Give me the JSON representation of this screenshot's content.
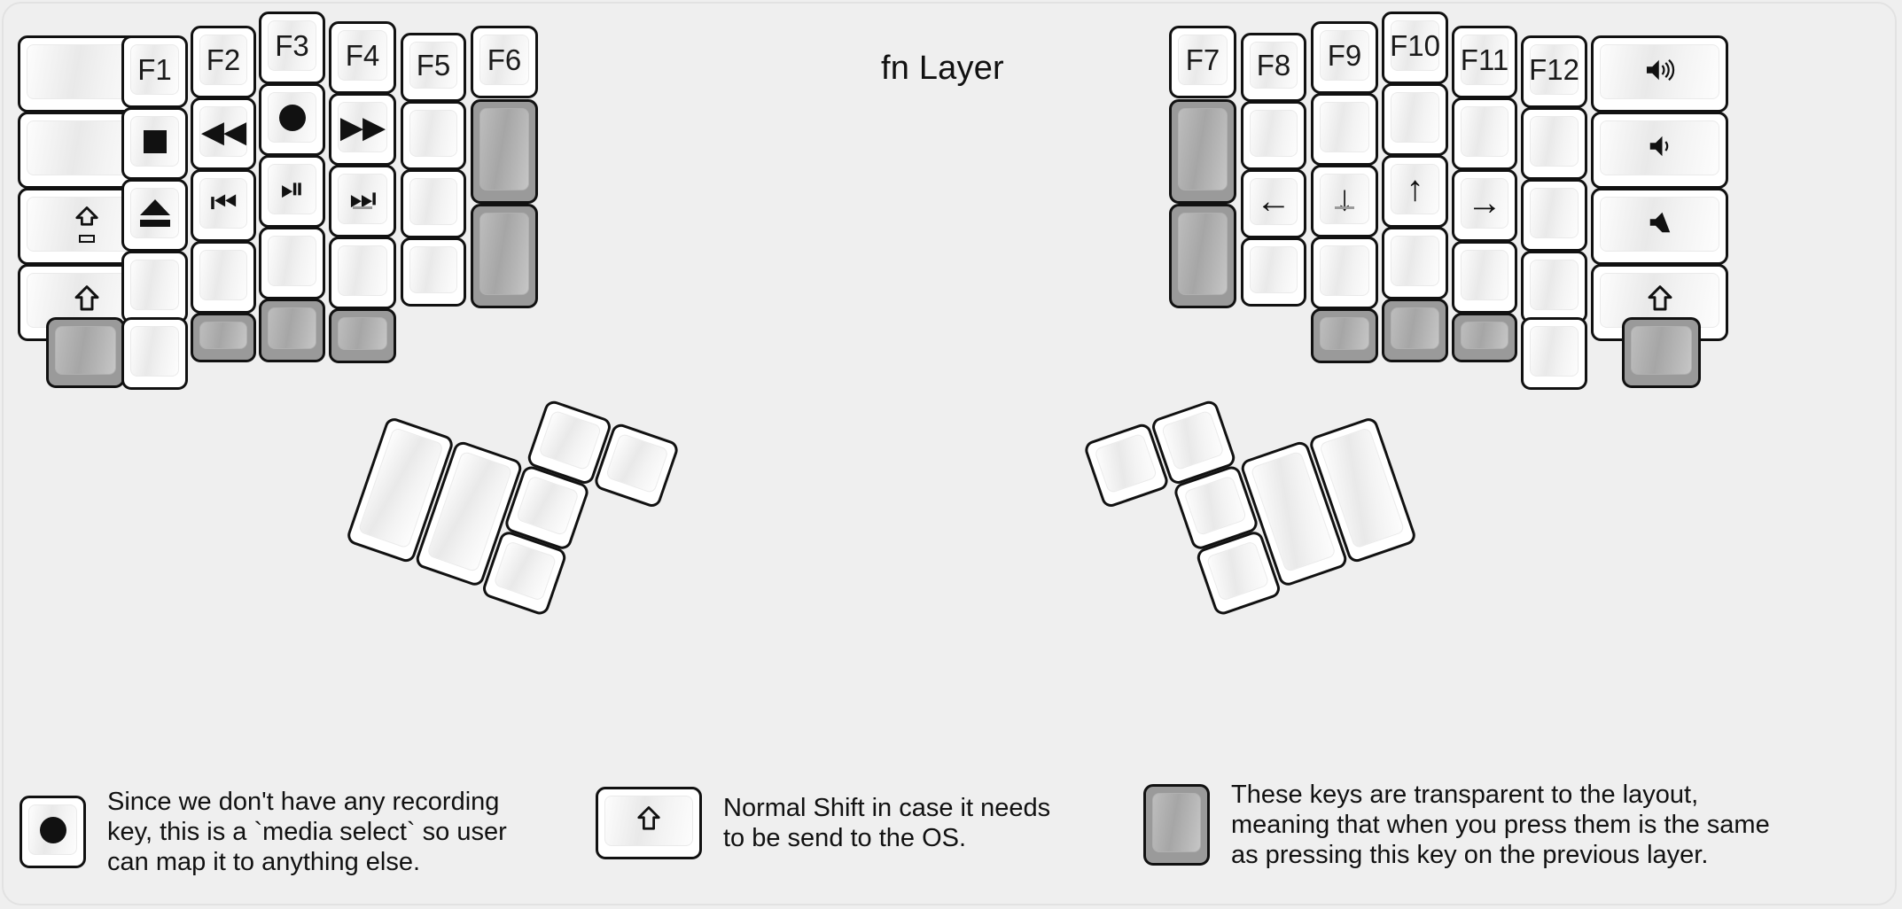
{
  "page": {
    "title": "fn Layer",
    "background_color": "#efefef",
    "key_fill": "#ffffff",
    "key_border": "#111111",
    "transparent_key_fill": "#9a9a9a"
  },
  "left_half": {
    "name": "left-keyboard-half",
    "columns": [
      {
        "name": "pinky-outer-column",
        "keys": [
          {
            "name": "key-blank-r1c1",
            "label": "",
            "glyph": "",
            "transparent": false
          },
          {
            "name": "key-blank-r2c1",
            "label": "",
            "glyph": "",
            "transparent": false
          },
          {
            "name": "key-caps-lock",
            "label": "",
            "glyph": "caps-lock-icon",
            "transparent": false
          },
          {
            "name": "key-shift-left",
            "label": "",
            "glyph": "shift-arrow-icon",
            "transparent": false
          },
          {
            "name": "key-transparent-bottom-left",
            "label": "",
            "glyph": "",
            "transparent": true
          }
        ]
      },
      {
        "name": "pinky-column",
        "keys": [
          {
            "name": "key-f1",
            "label": "F1",
            "glyph": "",
            "transparent": false
          },
          {
            "name": "key-media-stop",
            "label": "",
            "glyph": "stop-icon",
            "transparent": false
          },
          {
            "name": "key-media-eject",
            "label": "",
            "glyph": "eject-icon",
            "transparent": false
          },
          {
            "name": "key-blank-r4c2",
            "label": "",
            "glyph": "",
            "transparent": false
          },
          {
            "name": "key-blank-r5c2",
            "label": "",
            "glyph": "",
            "transparent": false
          }
        ]
      },
      {
        "name": "ring-column",
        "keys": [
          {
            "name": "key-f2",
            "label": "F2",
            "glyph": "",
            "transparent": false
          },
          {
            "name": "key-media-rewind",
            "label": "",
            "glyph": "rewind-icon",
            "transparent": false
          },
          {
            "name": "key-media-prev-track",
            "label": "",
            "glyph": "prev-track-icon",
            "transparent": false
          },
          {
            "name": "key-blank-r4c3",
            "label": "",
            "glyph": "",
            "transparent": false
          },
          {
            "name": "key-transparent-r5c3",
            "label": "",
            "glyph": "",
            "transparent": true
          }
        ]
      },
      {
        "name": "middle-column",
        "keys": [
          {
            "name": "key-f3",
            "label": "F3",
            "glyph": "",
            "transparent": false
          },
          {
            "name": "key-media-record",
            "label": "",
            "glyph": "record-icon",
            "transparent": false
          },
          {
            "name": "key-media-play-pause",
            "label": "",
            "glyph": "play-pause-icon",
            "transparent": false
          },
          {
            "name": "key-blank-r4c4",
            "label": "",
            "glyph": "",
            "transparent": false
          },
          {
            "name": "key-transparent-r5c4",
            "label": "",
            "glyph": "",
            "transparent": true
          }
        ]
      },
      {
        "name": "index-column",
        "keys": [
          {
            "name": "key-f4",
            "label": "F4",
            "glyph": "",
            "transparent": false
          },
          {
            "name": "key-media-fast-forward",
            "label": "",
            "glyph": "fast-forward-icon",
            "transparent": false
          },
          {
            "name": "key-media-next-track",
            "label": "",
            "glyph": "next-track-icon",
            "transparent": false
          },
          {
            "name": "key-blank-r4c5",
            "label": "",
            "glyph": "",
            "transparent": false
          },
          {
            "name": "key-transparent-r5c5",
            "label": "",
            "glyph": "",
            "transparent": true
          }
        ]
      },
      {
        "name": "index-inner-column",
        "keys": [
          {
            "name": "key-f5",
            "label": "F5",
            "glyph": "",
            "transparent": false
          },
          {
            "name": "key-blank-r2c6",
            "label": "",
            "glyph": "",
            "transparent": false
          },
          {
            "name": "key-blank-r3c6",
            "label": "",
            "glyph": "",
            "transparent": false
          },
          {
            "name": "key-blank-r4c6",
            "label": "",
            "glyph": "",
            "transparent": false
          }
        ]
      },
      {
        "name": "inner-column",
        "keys": [
          {
            "name": "key-f6",
            "label": "F6",
            "glyph": "",
            "transparent": false
          },
          {
            "name": "key-transparent-tall-1",
            "label": "",
            "glyph": "",
            "transparent": true
          },
          {
            "name": "key-transparent-tall-2",
            "label": "",
            "glyph": "",
            "transparent": true
          }
        ]
      }
    ],
    "thumb_cluster": {
      "name": "left-thumb-cluster",
      "keys": [
        {
          "name": "thumb-key-tall-outer",
          "label": "",
          "glyph": "",
          "transparent": false
        },
        {
          "name": "thumb-key-tall-inner",
          "label": "",
          "glyph": "",
          "transparent": false
        },
        {
          "name": "thumb-key-upper",
          "label": "",
          "glyph": "",
          "transparent": false
        },
        {
          "name": "thumb-key-middle",
          "label": "",
          "glyph": "",
          "transparent": false
        },
        {
          "name": "thumb-key-lower",
          "label": "",
          "glyph": "",
          "transparent": false
        },
        {
          "name": "thumb-key-far",
          "label": "",
          "glyph": "",
          "transparent": false
        }
      ]
    }
  },
  "right_half": {
    "name": "right-keyboard-half",
    "columns": [
      {
        "name": "inner-column",
        "keys": [
          {
            "name": "key-f7",
            "label": "F7",
            "glyph": "",
            "transparent": false
          },
          {
            "name": "key-transparent-tall-3",
            "label": "",
            "glyph": "",
            "transparent": true
          },
          {
            "name": "key-transparent-tall-4",
            "label": "",
            "glyph": "",
            "transparent": true
          }
        ]
      },
      {
        "name": "index-inner-column",
        "keys": [
          {
            "name": "key-f8",
            "label": "F8",
            "glyph": "",
            "transparent": false
          },
          {
            "name": "key-blank-r2c8",
            "label": "",
            "glyph": "",
            "transparent": false
          },
          {
            "name": "key-arrow-left",
            "label": "",
            "glyph": "arrow-left-icon",
            "transparent": false
          },
          {
            "name": "key-blank-r4c8",
            "label": "",
            "glyph": "",
            "transparent": false
          }
        ]
      },
      {
        "name": "index-column",
        "keys": [
          {
            "name": "key-f9",
            "label": "F9",
            "glyph": "",
            "transparent": false
          },
          {
            "name": "key-blank-r2c9",
            "label": "",
            "glyph": "",
            "transparent": false
          },
          {
            "name": "key-arrow-down",
            "label": "",
            "glyph": "arrow-down-icon",
            "transparent": false
          },
          {
            "name": "key-blank-r4c9",
            "label": "",
            "glyph": "",
            "transparent": false
          },
          {
            "name": "key-transparent-r5c9",
            "label": "",
            "glyph": "",
            "transparent": true
          }
        ]
      },
      {
        "name": "middle-column",
        "keys": [
          {
            "name": "key-f10",
            "label": "F10",
            "glyph": "",
            "transparent": false
          },
          {
            "name": "key-blank-r2c10",
            "label": "",
            "glyph": "",
            "transparent": false
          },
          {
            "name": "key-arrow-up",
            "label": "",
            "glyph": "arrow-up-icon",
            "transparent": false
          },
          {
            "name": "key-blank-r4c10",
            "label": "",
            "glyph": "",
            "transparent": false
          },
          {
            "name": "key-transparent-r5c10",
            "label": "",
            "glyph": "",
            "transparent": true
          }
        ]
      },
      {
        "name": "ring-column",
        "keys": [
          {
            "name": "key-f11",
            "label": "F11",
            "glyph": "",
            "transparent": false
          },
          {
            "name": "key-blank-r2c11",
            "label": "",
            "glyph": "",
            "transparent": false
          },
          {
            "name": "key-arrow-right",
            "label": "",
            "glyph": "arrow-right-icon",
            "transparent": false
          },
          {
            "name": "key-blank-r4c11",
            "label": "",
            "glyph": "",
            "transparent": false
          },
          {
            "name": "key-transparent-r5c11",
            "label": "",
            "glyph": "",
            "transparent": true
          }
        ]
      },
      {
        "name": "pinky-column",
        "keys": [
          {
            "name": "key-f12",
            "label": "F12",
            "glyph": "",
            "transparent": false
          },
          {
            "name": "key-blank-r2c12",
            "label": "",
            "glyph": "",
            "transparent": false
          },
          {
            "name": "key-blank-r3c12",
            "label": "",
            "glyph": "",
            "transparent": false
          },
          {
            "name": "key-blank-r4c12",
            "label": "",
            "glyph": "",
            "transparent": false
          },
          {
            "name": "key-blank-r5c12",
            "label": "",
            "glyph": "",
            "transparent": false
          }
        ]
      },
      {
        "name": "pinky-outer-column",
        "keys": [
          {
            "name": "key-volume-up",
            "label": "",
            "glyph": "volume-up-icon",
            "transparent": false
          },
          {
            "name": "key-volume-down",
            "label": "",
            "glyph": "volume-down-icon",
            "transparent": false
          },
          {
            "name": "key-volume-mute",
            "label": "",
            "glyph": "volume-mute-icon",
            "transparent": false
          },
          {
            "name": "key-shift-right",
            "label": "",
            "glyph": "shift-arrow-icon",
            "transparent": false
          },
          {
            "name": "key-transparent-bottom-right",
            "label": "",
            "glyph": "",
            "transparent": true
          }
        ]
      }
    ],
    "thumb_cluster": {
      "name": "right-thumb-cluster",
      "keys": [
        {
          "name": "thumb-key-far",
          "label": "",
          "glyph": "",
          "transparent": false
        },
        {
          "name": "thumb-key-upper",
          "label": "",
          "glyph": "",
          "transparent": false
        },
        {
          "name": "thumb-key-middle",
          "label": "",
          "glyph": "",
          "transparent": false
        },
        {
          "name": "thumb-key-lower",
          "label": "",
          "glyph": "",
          "transparent": false
        },
        {
          "name": "thumb-key-tall-inner",
          "label": "",
          "glyph": "",
          "transparent": false
        },
        {
          "name": "thumb-key-tall-outer",
          "label": "",
          "glyph": "",
          "transparent": false
        }
      ]
    }
  },
  "legend": [
    {
      "name": "legend-record-key",
      "swatch_glyph": "record-icon",
      "swatch_transparent": false,
      "text": "Since we don't have any recording\nkey, this is a `media select` so user\ncan map it to anything else."
    },
    {
      "name": "legend-shift-key",
      "swatch_glyph": "shift-arrow-icon",
      "swatch_transparent": false,
      "text": "Normal Shift in case it needs\nto be send to the OS."
    },
    {
      "name": "legend-transparent-key",
      "swatch_glyph": "",
      "swatch_transparent": true,
      "text": "These keys are transparent to the layout,\nmeaning that when you press them is the same\nas pressing this key on the previous layer."
    }
  ]
}
